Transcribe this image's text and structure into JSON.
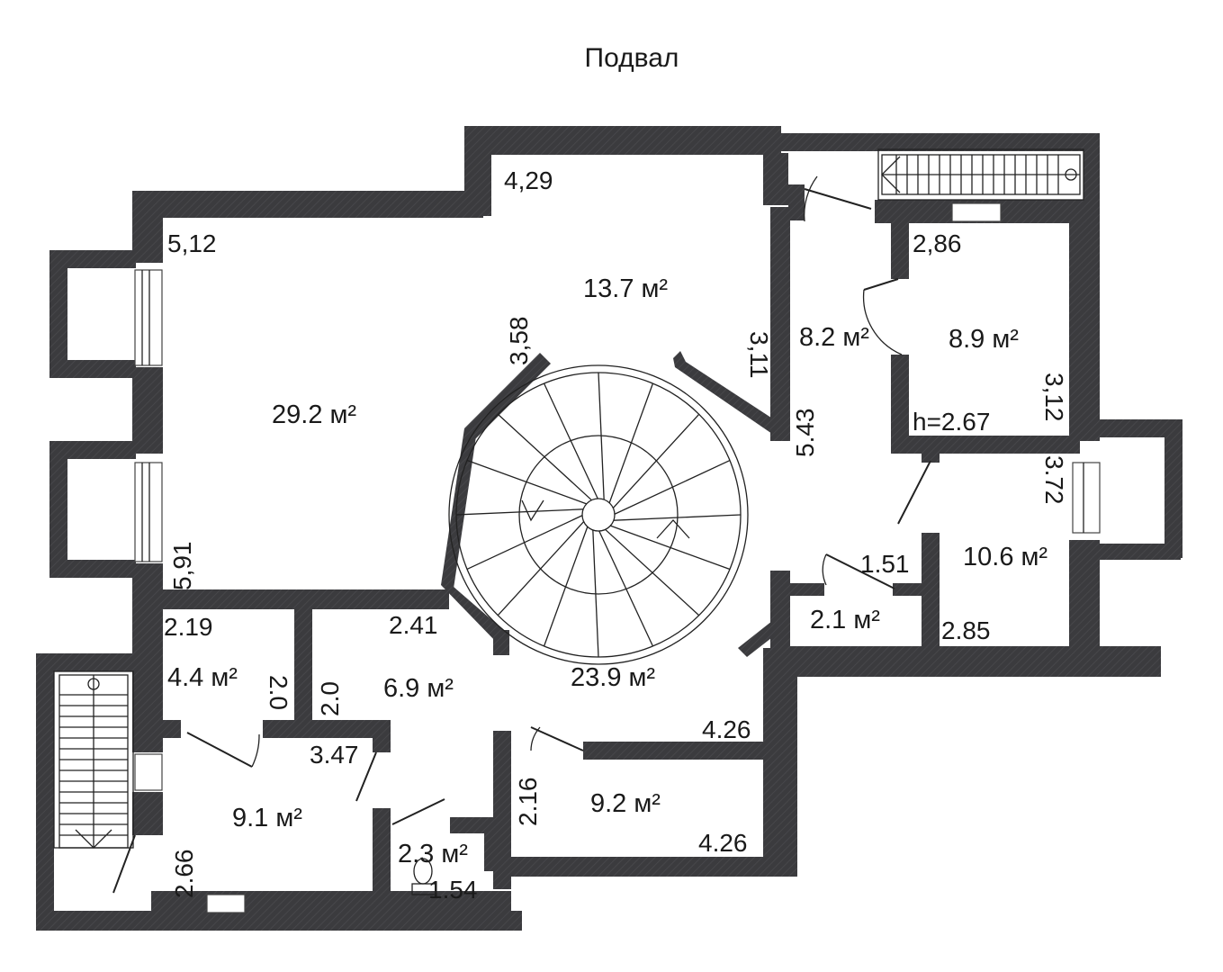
{
  "title": "Подвал",
  "rooms": [
    {
      "id": "r29",
      "label": "29.2 м²"
    },
    {
      "id": "r13",
      "label": "13.7 м²"
    },
    {
      "id": "r8_2",
      "label": "8.2 м²"
    },
    {
      "id": "r8_9",
      "label": "8.9 м²"
    },
    {
      "id": "r10",
      "label": "10.6 м²"
    },
    {
      "id": "r2_1",
      "label": "2.1 м²"
    },
    {
      "id": "r23",
      "label": "23.9 м²"
    },
    {
      "id": "r6",
      "label": "6.9 м²"
    },
    {
      "id": "r4",
      "label": "4.4 м²"
    },
    {
      "id": "r9_1",
      "label": "9.1 м²"
    },
    {
      "id": "r9_2",
      "label": "9.2 м²"
    },
    {
      "id": "r2_3",
      "label": "2.3 м²"
    }
  ],
  "dimensions": {
    "d429": "4,29",
    "d512": "5,12",
    "d358": "3,58",
    "d311": "3,11",
    "d543": "5.43",
    "d286": "2,86",
    "d312": "3,12",
    "h": "h=2.67",
    "d372": "3.72",
    "d151": "1.51",
    "d285": "2.85",
    "d591": "5,91",
    "d219": "2.19",
    "d20a": "2.0",
    "d20b": "2.0",
    "d241": "2.41",
    "d347": "3.47",
    "d426a": "4.26",
    "d216": "2.16",
    "d426b": "4.26",
    "d266": "2.66",
    "d154": "1.54"
  },
  "colors": {
    "wall": "#3b3b3e",
    "background": "#ffffff"
  }
}
